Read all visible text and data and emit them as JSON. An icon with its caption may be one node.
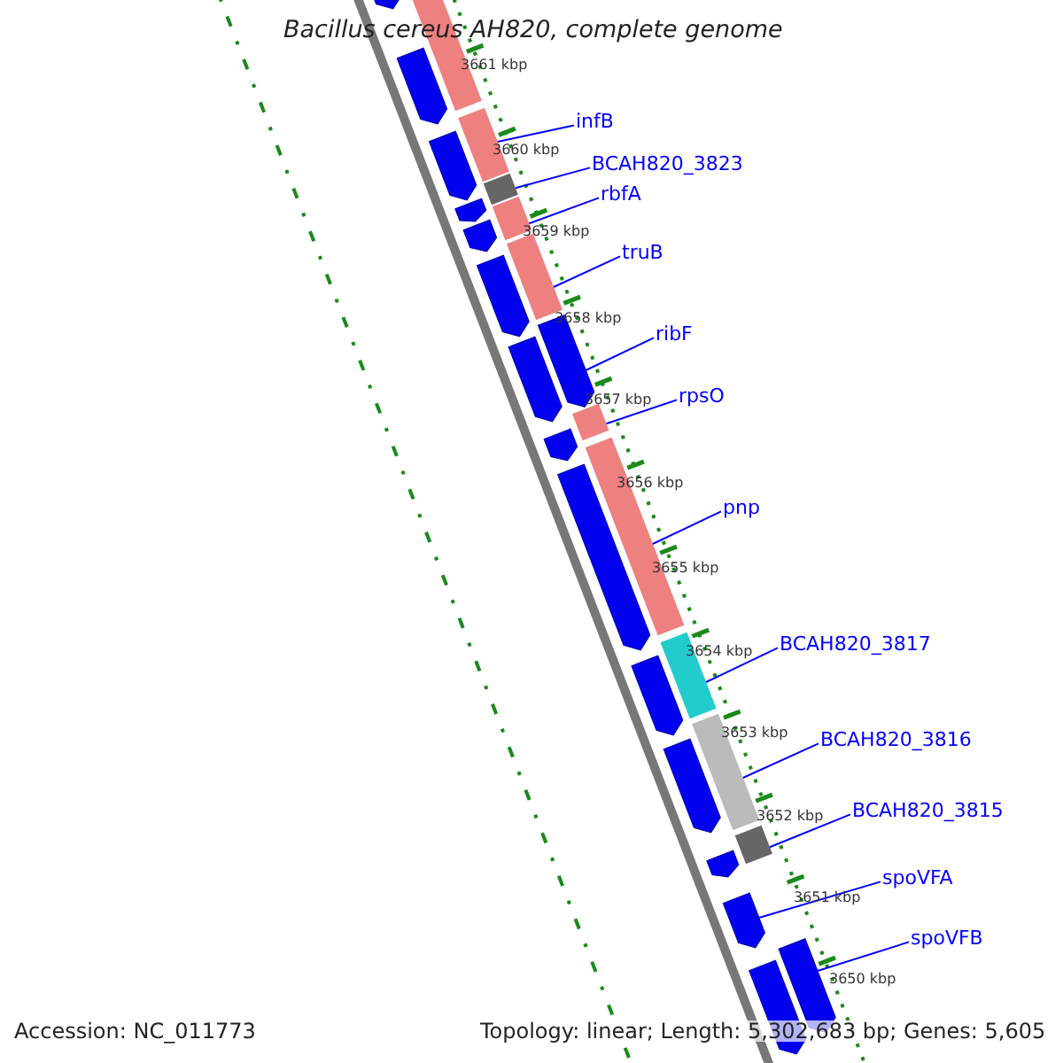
{
  "diagram": {
    "title": "Bacillus cereus AH820, complete genome",
    "nodes": [
      {
        "text": [
          "infB"
        ]
      },
      {
        "text": [
          "BCAH820_3823"
        ]
      },
      {
        "text": [
          "rbfA"
        ]
      },
      {
        "text": [
          "truB"
        ]
      },
      {
        "text": [
          "ribF"
        ]
      },
      {
        "text": [
          "rpsO"
        ]
      },
      {
        "text": [
          "pnp"
        ]
      },
      {
        "text": [
          "BCAH820_3817"
        ]
      },
      {
        "text": [
          "BCAH820_3816"
        ]
      },
      {
        "text": [
          "BCAH820_3815"
        ]
      },
      {
        "text": [
          "spoVFA"
        ]
      },
      {
        "text": [
          "spoVFB"
        ]
      },
      {
        "text": [],
        "shape": "bar"
      },
      {
        "text": [],
        "shape": "bar"
      },
      {
        "text": [],
        "shape": "bar"
      },
      {
        "text": [],
        "shape": "bar"
      },
      {
        "text": [],
        "shape": "bar"
      },
      {
        "text": [],
        "shape": "bar"
      },
      {
        "text": [],
        "shape": "bar"
      },
      {
        "text": [],
        "shape": "bar"
      },
      {
        "text": [],
        "shape": "bar"
      },
      {
        "text": [],
        "shape": "bar"
      },
      {
        "text": [],
        "shape": "bar"
      },
      {
        "text": [],
        "shape": "bar"
      },
      {
        "text": [],
        "shape": "bar"
      },
      {
        "text": [],
        "shape": "bar"
      },
      {
        "text": [],
        "shape": "bar"
      },
      {
        "text": [],
        "shape": "bar"
      },
      {
        "text": [],
        "shape": "bar"
      },
      {
        "text": [],
        "shape": "bar"
      },
      {
        "text": [],
        "shape": "bar"
      },
      {
        "text": [],
        "shape": "bar"
      },
      {
        "text": [],
        "shape": "bar"
      },
      {
        "text": [],
        "shape": "bar"
      },
      {
        "text": [],
        "shape": "bar"
      },
      {
        "text": [],
        "shape": "bar"
      },
      {
        "text": [],
        "shape": "bar"
      },
      {
        "text": [],
        "shape": "bar"
      }
    ],
    "edges": [
      {
        "from": 0,
        "to": 12,
        "arrow": "none"
      },
      {
        "from": 1,
        "to": 13,
        "arrow": "none"
      },
      {
        "from": 2,
        "to": 14,
        "arrow": "none"
      },
      {
        "from": 3,
        "to": 15,
        "arrow": "none"
      },
      {
        "from": 4,
        "to": 16,
        "arrow": "none"
      },
      {
        "from": 5,
        "to": 17,
        "arrow": "none"
      },
      {
        "from": 6,
        "to": 18,
        "arrow": "none"
      },
      {
        "from": 7,
        "to": 19,
        "arrow": "none"
      },
      {
        "from": 8,
        "to": 20,
        "arrow": "none"
      },
      {
        "from": 9,
        "to": 21,
        "arrow": "none"
      },
      {
        "from": 10,
        "to": 22,
        "arrow": "none"
      },
      {
        "from": 11,
        "to": 23,
        "arrow": "none"
      }
    ],
    "labels": [
      "3661 kbp",
      "3660 kbp",
      "3659 kbp",
      "3658 kbp",
      "3657 kbp",
      "3656 kbp",
      "3655 kbp",
      "3654 kbp",
      "3653 kbp",
      "3652 kbp",
      "3651 kbp",
      "3650 kbp",
      "Accession: NC_011773",
      "Topology: linear; Length: 5,302,683 bp; Genes: 5,605"
    ]
  }
}
